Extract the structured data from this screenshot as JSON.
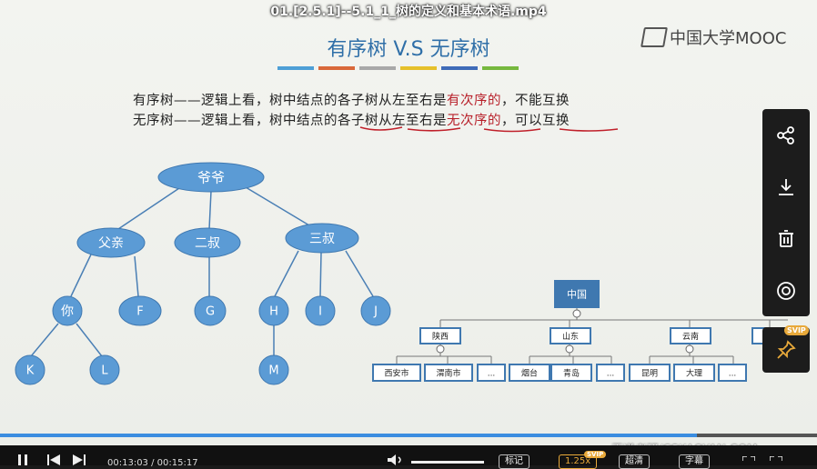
{
  "video": {
    "title": "01.[2.5.1]--5.1_1_树的定义和基本术语.mp4",
    "brand": "中国大学MOOC",
    "watermark": "王道考研/CSKAOYAN.COM",
    "time": "00:13:03 / 00:15:17",
    "progress_fraction": 0.853,
    "mark_label": "标记",
    "speed_label": "1.25x",
    "speed_badge": "SVIP",
    "quality_label": "超清",
    "subtitle_label": "字幕",
    "pin_badge": "SVIP"
  },
  "slide": {
    "title": "有序树 V.S 无序树",
    "bar_colors": [
      "#4e9fd6",
      "#d9683a",
      "#a8a8a8",
      "#e6c02a",
      "#3f6bb8",
      "#76b83e"
    ],
    "line1": {
      "a": "有序树——逻辑上看，树中结点的各子树从左至右是",
      "b": "有次序的",
      "c": "，不能互换"
    },
    "line2": {
      "a": "无序树——逻辑上看，树中结点的",
      "b": "各子树",
      "c": "从",
      "d": "左至右",
      "e": "是",
      "f": "无次序的",
      "g": "，",
      "h": "可以互换"
    }
  },
  "family_tree": {
    "root": "爷爷",
    "children": [
      "父亲",
      "二叔",
      "三叔"
    ],
    "leaves": [
      "你",
      "F",
      "G",
      "H",
      "I",
      "J",
      "K",
      "L",
      "M"
    ]
  },
  "org_tree": {
    "root": "中国",
    "provinces": [
      "陕西",
      "山东",
      "云南",
      ""
    ],
    "cities": [
      "西安市",
      "渭南市",
      "...",
      "烟台",
      "青岛",
      "...",
      "昆明",
      "大理",
      "..."
    ]
  },
  "colors": {
    "node_fill": "#5b9bd5",
    "node_stroke": "#3f78b0",
    "edge": "#4a7fb5",
    "org_border": "#3f78b0",
    "org_root": "#3f78b0"
  }
}
